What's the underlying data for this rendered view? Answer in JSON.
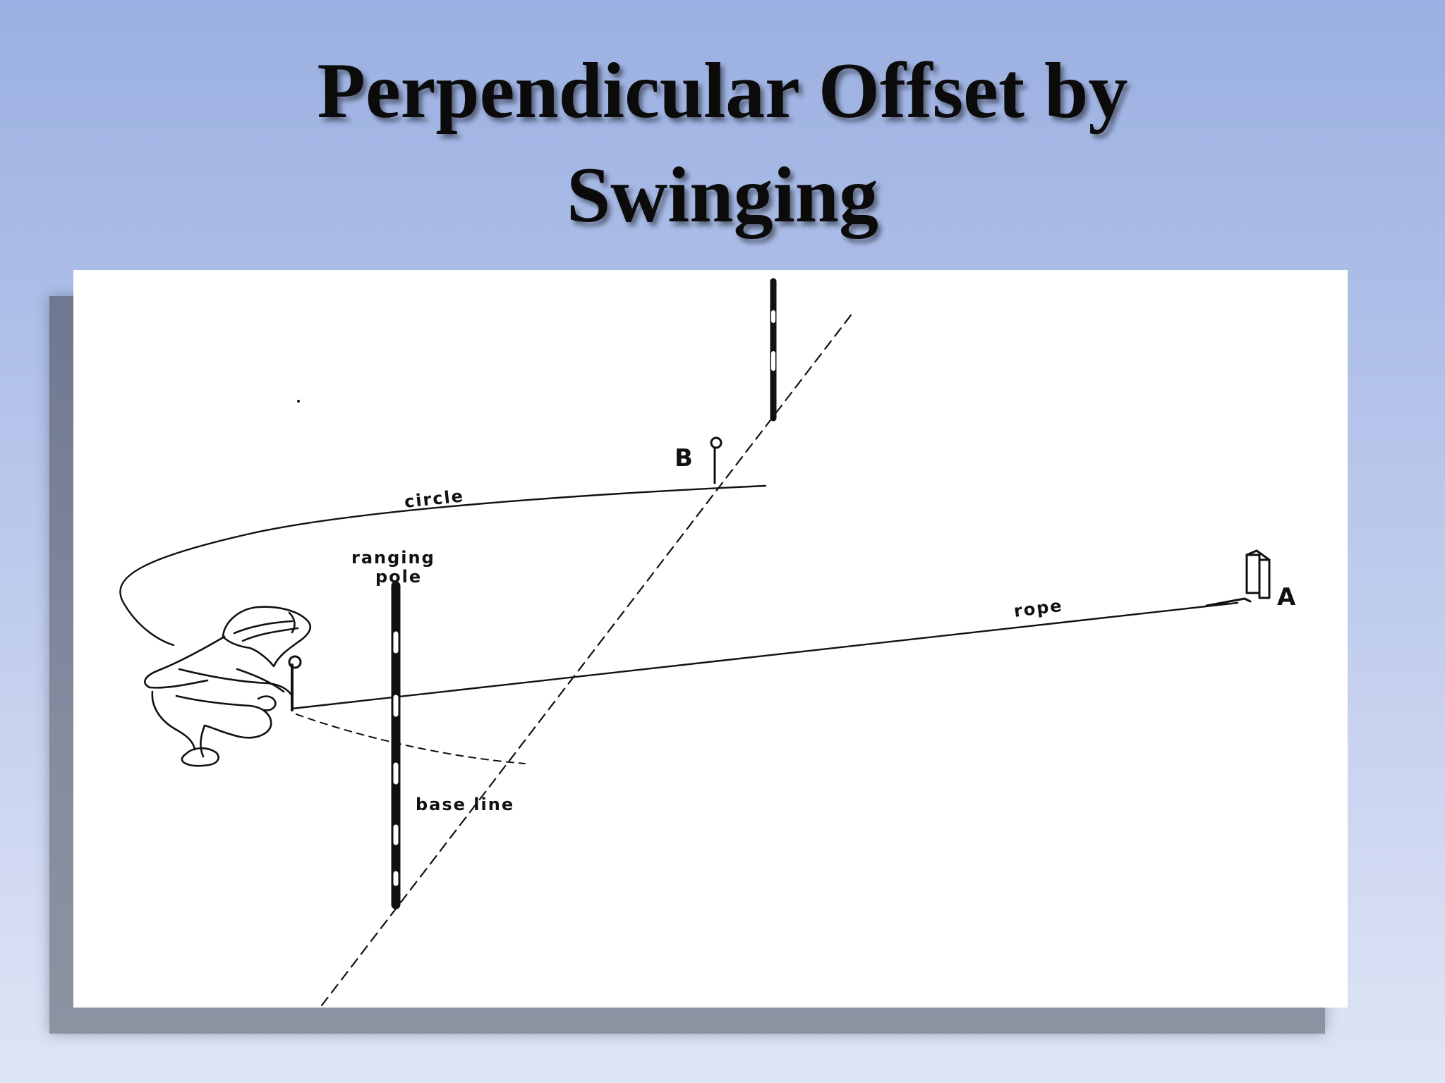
{
  "title": {
    "line1": "Perpendicular Offset by",
    "line2": "Swinging"
  },
  "figure": {
    "labels": {
      "circle": "circle",
      "ranging_pole": [
        "ranging",
        "pole"
      ],
      "rope": "rope",
      "base_line": "base line",
      "point_a": "A",
      "point_b": "B"
    }
  },
  "colors": {
    "background_top": "#9bb0e2",
    "background_bottom": "#dfe5f6",
    "title_text": "#0b0b0b",
    "figure_background": "#ffffff",
    "line_art": "#111111"
  }
}
